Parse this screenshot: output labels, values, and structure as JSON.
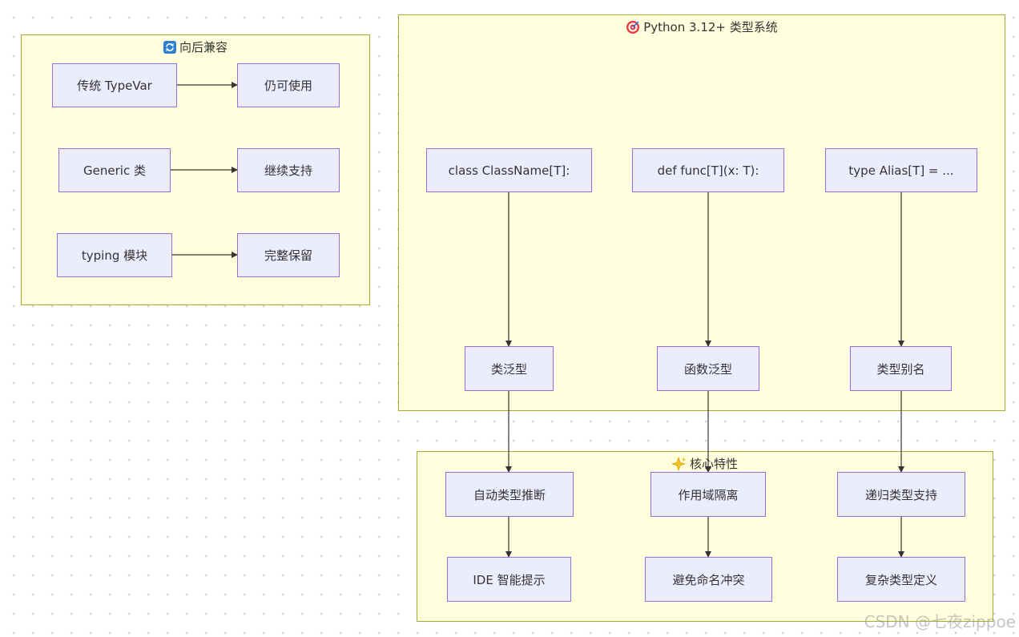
{
  "clusters": {
    "compat": {
      "title": "向后兼容",
      "icon": "refresh-icon"
    },
    "python": {
      "title": "Python 3.12+ 类型系统",
      "icon": "target-icon"
    },
    "features": {
      "title": "核心特性",
      "icon": "sparkles-icon"
    }
  },
  "nodes": {
    "typevar": "传统 TypeVar",
    "still_usable": "仍可使用",
    "generic_class": "Generic 类",
    "continued_support": "继续支持",
    "typing_module": "typing 模块",
    "fully_retained": "完整保留",
    "class_syntax": "class ClassName[T]:",
    "def_syntax": "def func[T](x: T):",
    "type_syntax": "type Alias[T] = ...",
    "class_generic": "类泛型",
    "func_generic": "函数泛型",
    "type_alias": "类型别名",
    "auto_inference": "自动类型推断",
    "scope_isolation": "作用域隔离",
    "recursive_types": "递归类型支持",
    "ide_hints": "IDE 智能提示",
    "avoid_conflicts": "避免命名冲突",
    "complex_types": "复杂类型定义"
  },
  "watermark": "CSDN @七夜zippoe",
  "colors": {
    "cluster_fill": "#ffffde",
    "cluster_border": "#aaaa33",
    "node_fill": "#ececff",
    "node_border": "#9370db",
    "edge": "#333333"
  }
}
